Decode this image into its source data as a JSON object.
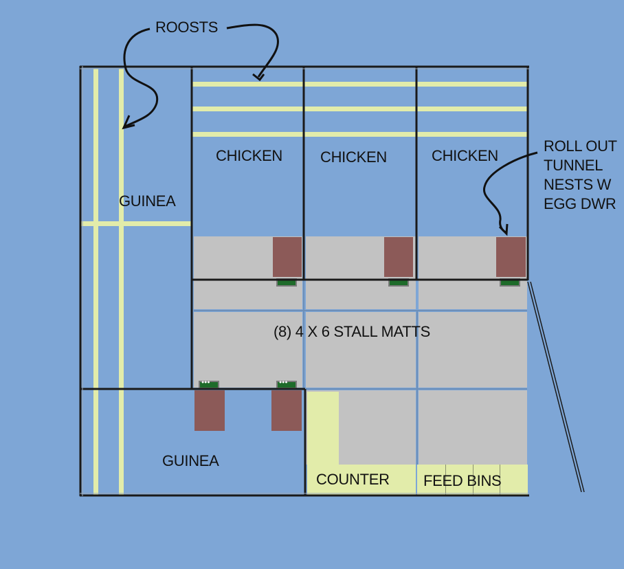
{
  "diagram": {
    "type": "coop floor plan",
    "colors": {
      "background": "#7ea6d6",
      "roost": "#e2ecaa",
      "mat": "#c2c2c2",
      "nest": "#8c5a58",
      "egg_drawer": "#1e6b2a",
      "wall": "#1a1a1a"
    },
    "annotations": {
      "roosts": "ROOSTS",
      "nests_line1": "ROLL OUT",
      "nests_line2": "TUNNEL",
      "nests_line3": "NESTS W",
      "nests_line4": "EGG DWR"
    },
    "rooms": {
      "guinea_top": "GUINEA",
      "chicken_1": "CHICKEN",
      "chicken_2": "CHICKEN",
      "chicken_3": "CHICKEN",
      "guinea_bottom": "GUINEA",
      "mats": "(8) 4 X 6 STALL MATTS",
      "counter": "COUNTER",
      "feed_bins": "FEED BINS"
    },
    "counts": {
      "stall_mats": 8,
      "nests": 5
    }
  }
}
